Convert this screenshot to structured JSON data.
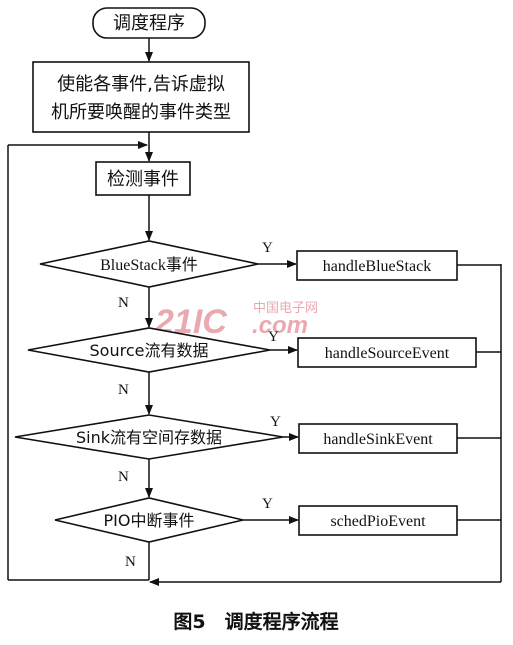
{
  "flowchart": {
    "start": "调度程序",
    "init": [
      "使能各事件,告诉虚拟",
      "机所要唤醒的事件类型"
    ],
    "detect": "检测事件",
    "decisions": [
      {
        "label": "BlueStack事件",
        "handler": "handleBlueStack"
      },
      {
        "label": "Source流有数据",
        "handler": "handleSourceEvent"
      },
      {
        "label": "Sink流有空间存数据",
        "handler": "handleSinkEvent"
      },
      {
        "label": "PIO中断事件",
        "handler": "schedPioEvent"
      }
    ],
    "yes": "Y",
    "no": "N"
  },
  "watermark": {
    "brand": "21IC",
    "dotcom": ".com",
    "cn": "中国电子网"
  },
  "caption": "图5　调度程序流程",
  "colors": {
    "ink": "#111111",
    "watermark": "#e8a0a8"
  }
}
